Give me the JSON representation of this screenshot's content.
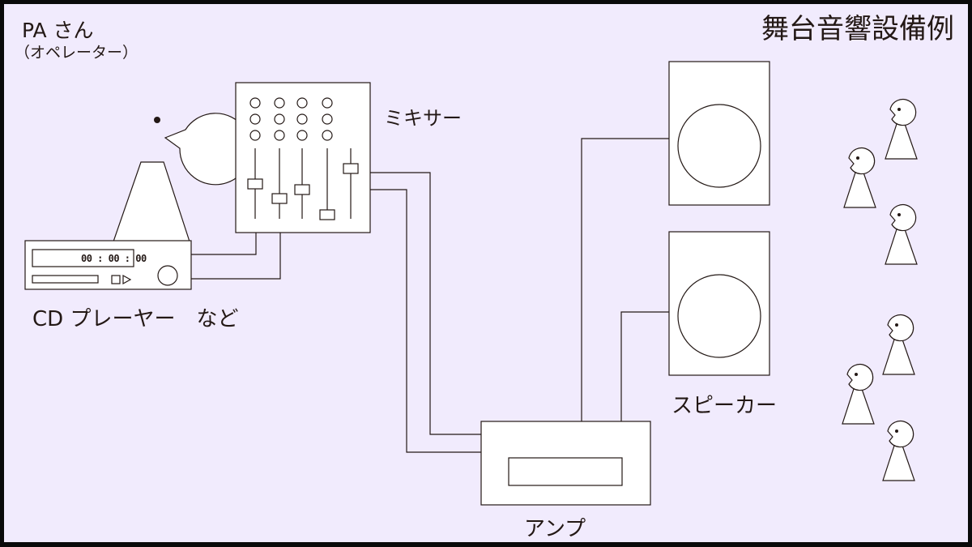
{
  "title": "舞台音響設備例",
  "operator": {
    "label": "PA さん",
    "sublabel": "（オペレーター）"
  },
  "devices": {
    "mixer": {
      "label": "ミキサー",
      "knob_rows": 3,
      "knob_columns": 4,
      "fader_count": 5
    },
    "cd_player": {
      "label": "CD プレーヤー　など",
      "time_display": "00 : 00 : 00"
    },
    "speakers": {
      "label": "スピーカー",
      "count": 2
    },
    "amplifier": {
      "label": "アンプ"
    }
  },
  "audience": {
    "count": 6
  },
  "colors": {
    "background": "#f1ebfd",
    "frame": "#0a0a0a",
    "line": "#231815",
    "fill": "#ffffff"
  }
}
